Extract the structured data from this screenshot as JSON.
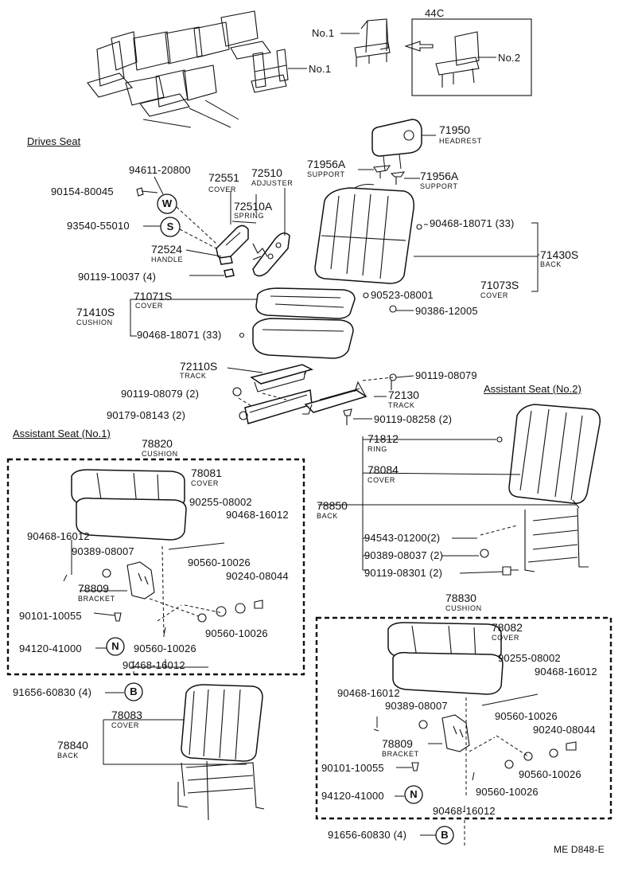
{
  "sections": {
    "drives_seat": "Drives Seat",
    "assistant_no1": "Assistant Seat (No.1)",
    "assistant_no2": "Assistant Seat (No.2)"
  },
  "overview": {
    "no1_a": "No.1",
    "no1_b": "No.1",
    "code_44c": "44C",
    "no2": "No.2"
  },
  "symbols": {
    "w": "W",
    "s": "S",
    "n1": "N",
    "b1": "B",
    "n2": "N",
    "b2": "B"
  },
  "driver": {
    "headrest_num": "71950",
    "headrest_name": "HEADREST",
    "support_a_num": "71956A",
    "support_a_name": "SUPPORT",
    "support_b_num": "71956A",
    "support_b_name": "SUPPORT",
    "p90468_18071_a": "90468-18071 (33)",
    "back_num": "71430S",
    "back_name": "BACK",
    "p90523": "90523-08001",
    "cover_back_num": "71073S",
    "cover_back_name": "COVER",
    "p94611": "94611-20800",
    "p90154": "90154-80045",
    "cover72551_num": "72551",
    "cover72551_name": "COVER",
    "adjuster_num": "72510",
    "adjuster_name": "ADJUSTER",
    "spring_num": "72510A",
    "spring_name": "SPRING",
    "p93540": "93540-55010",
    "handle_num": "72524",
    "handle_name": "HANDLE",
    "p90119_10037": "90119-10037 (4)",
    "cushion_cover_num": "71071S",
    "cushion_cover_name": "COVER",
    "cushion_num": "71410S",
    "cushion_name": "CUSHION",
    "p90386": "90386-12005",
    "p90468_18071_b": "90468-18071 (33)",
    "track_a_num": "72110S",
    "track_a_name": "TRACK",
    "p90119_08079_a": "90119-08079",
    "p90119_08079_b": "90119-08079 (2)",
    "track_b_num": "72130",
    "track_b_name": "TRACK",
    "p90179": "90179-08143 (2)",
    "p90119_08258": "90119-08258 (2)"
  },
  "no2": {
    "ring_num": "71812",
    "ring_name": "RING",
    "cover_num": "78084",
    "cover_name": "COVER",
    "back_num": "78850",
    "back_name": "BACK",
    "p94543": "94543-01200(2)",
    "p90389": "90389-08037 (2)",
    "p90119": "90119-08301 (2)"
  },
  "no1": {
    "cushion_num": "78820",
    "cushion_name": "CUSHION",
    "cover_num": "78081",
    "cover_name": "COVER",
    "p90255": "90255-08002",
    "p90468_16012_a": "90468-16012",
    "p90468_16012_b": "90468-16012",
    "p90389": "90389-08007",
    "p90560_a": "90560-10026",
    "p90240": "90240-08044",
    "bracket_num": "78809",
    "bracket_name": "BRACKET",
    "p90101": "90101-10055",
    "p90560_b": "90560-10026",
    "p94120": "94120-41000",
    "p90560_c": "90560-10026",
    "p90468_16012_c": "90468-16012",
    "p91656": "91656-60830 (4)",
    "back_cover_num": "78083",
    "back_cover_name": "COVER",
    "back_num": "78840",
    "back_name": "BACK"
  },
  "no2b": {
    "cushion_num": "78830",
    "cushion_name": "CUSHION",
    "cover_num": "78082",
    "cover_name": "COVER",
    "p90255": "90255-08002",
    "p90468_16012_a": "90468-16012",
    "p90468_16012_b": "90468-16012",
    "p90389": "90389-08007",
    "p90560_a": "90560-10026",
    "p90240": "90240-08044",
    "bracket_num": "78809",
    "bracket_name": "BRACKET",
    "p90101": "90101-10055",
    "p90560_b": "90560-10026",
    "p94120": "94120-41000",
    "p90560_c": "90560-10026",
    "p90468_16012_c": "90468-16012",
    "p91656": "91656-60830 (4)"
  },
  "footer": {
    "code": "ME D848-E"
  }
}
